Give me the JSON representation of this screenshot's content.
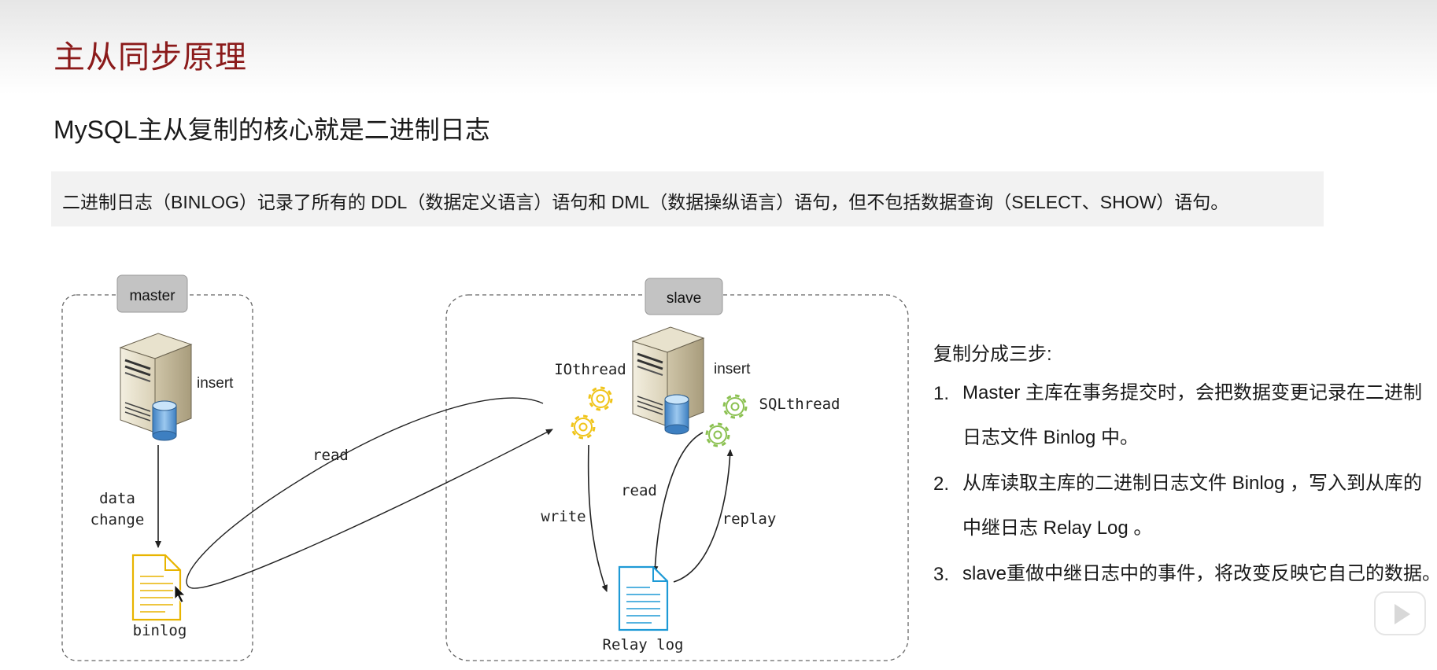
{
  "slide": {
    "title": "主从同步原理",
    "subtitle": "MySQL主从复制的核心就是二进制日志",
    "note": "二进制日志（BINLOG）记录了所有的 DDL（数据定义语言）语句和 DML（数据操纵语言）语句，但不包括数据查询（SELECT、SHOW）语句。"
  },
  "diagram": {
    "master": {
      "label": "master",
      "insert_label": "insert",
      "data_change_label": [
        "data",
        "change"
      ],
      "binlog_label": "binlog"
    },
    "slave": {
      "label": "slave",
      "insert_label": "insert",
      "iothread_label": "IOthread",
      "sqlthread_label": "SQLthread",
      "relay_log_label": "Relay log"
    },
    "edges": {
      "read_master": "read",
      "write": "write",
      "read_slave": "read",
      "replay": "replay"
    },
    "colors": {
      "master_label_bg": "#c3c3c3",
      "gear_io": "#f0c419",
      "gear_sql": "#8cc152",
      "binlog_doc": "#e8b400",
      "relay_doc": "#1e9ad6",
      "title": "#8b1a1a"
    }
  },
  "steps": {
    "heading": "复制分成三步:",
    "items": [
      {
        "num": "1.",
        "text": "Master 主库在事务提交时，会把数据变更记录在二进制日志文件 Binlog 中。"
      },
      {
        "num": "2.",
        "text": "从库读取主库的二进制日志文件 Binlog ，写入到从库的中继日志 Relay Log 。"
      },
      {
        "num": "3.",
        "text": "slave重做中继日志中的事件，将改变反映它自己的数据。"
      }
    ]
  }
}
